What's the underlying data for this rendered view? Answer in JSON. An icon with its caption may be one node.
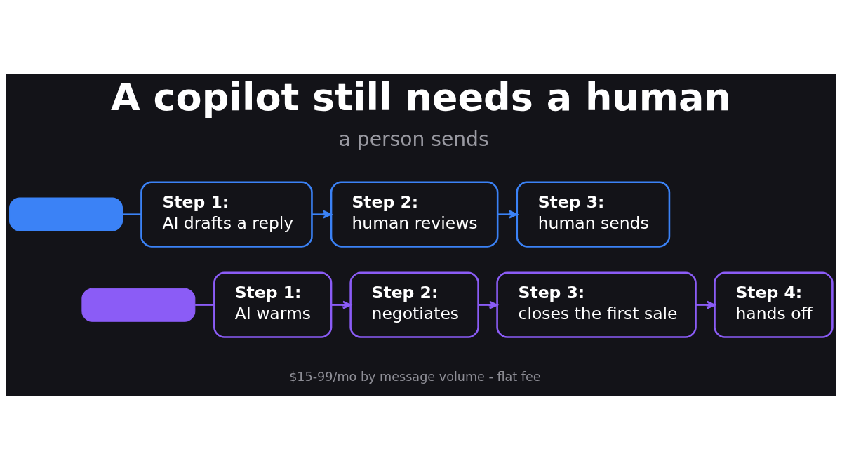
{
  "diagram": {
    "title": "A copilot still needs a human",
    "caption": "$15-99/mo by message volume - flat fee",
    "nodes": [
      {
        "text": [],
        "shape": "box"
      },
      {
        "text": [
          "Step 1:",
          "AI drafts a reply"
        ]
      },
      {
        "text": [
          "Step 2:",
          "human reviews"
        ]
      },
      {
        "text": [
          "Step 3:",
          "human sends"
        ]
      },
      {
        "text": [],
        "shape": "box"
      },
      {
        "text": [
          "Step 1:",
          "AI warms"
        ]
      },
      {
        "text": [
          "Step 2:",
          "negotiates"
        ]
      },
      {
        "text": [
          "Step 3:",
          "closes the first sale"
        ]
      },
      {
        "text": [
          "Step 4:",
          "hands off"
        ]
      }
    ],
    "edges": [
      {
        "from": 0,
        "to": 1,
        "arrow": "none",
        "color": "#3b82f6"
      },
      {
        "from": 1,
        "to": 2,
        "arrow": "to",
        "color": "#3b82f6"
      },
      {
        "from": 2,
        "to": 3,
        "arrow": "to",
        "color": "#3b82f6"
      },
      {
        "from": 4,
        "to": 5,
        "arrow": "none"
      },
      {
        "from": 5,
        "to": 6,
        "arrow": "to"
      },
      {
        "from": 6,
        "to": 7,
        "arrow": "to"
      },
      {
        "from": 7,
        "to": 8,
        "arrow": "to"
      }
    ],
    "labels": [
      "a person sends"
    ]
  }
}
